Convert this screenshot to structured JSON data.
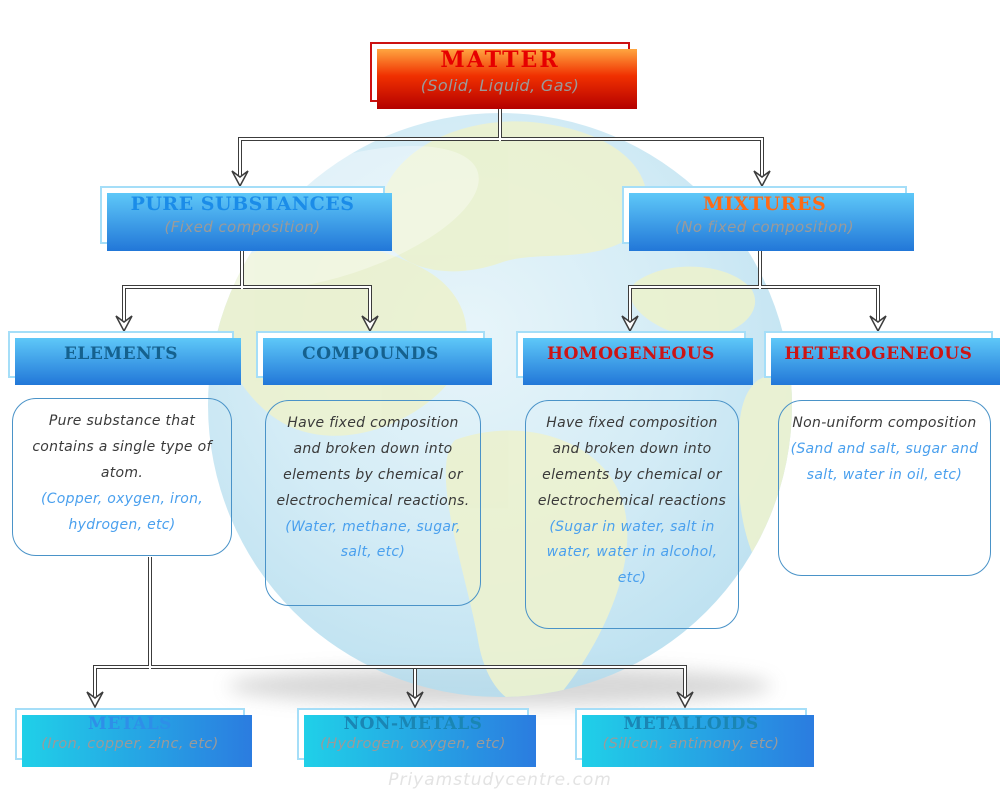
{
  "watermark": "Priyamstudycentre.com",
  "colors": {
    "matter_red": "#e60000",
    "pure_substances_blue": "#1b8ce8",
    "mixtures_orange": "#ff6a14",
    "elements_compounds_teal": "#15618e",
    "homogeneous_heterogeneous_red": "#cc1414",
    "metals_blue": "#2e8fe8",
    "nonmetals_metalloids_teal": "#1a86b4",
    "subtitle_gray": "#9a9a9a",
    "examples_blue": "#4aa0ee",
    "connector_dark": "#3c3c3c",
    "box_border_light_blue": "#a5def8",
    "desc_border_blue": "#4a93c8"
  },
  "nodes": {
    "matter": {
      "title": "MATTER",
      "subtitle": "(Solid, Liquid, Gas)"
    },
    "pure_substances": {
      "title": "PURE SUBSTANCES",
      "subtitle": "(Fixed composition)"
    },
    "mixtures": {
      "title": "MIXTURES",
      "subtitle": "(No fixed composition)"
    },
    "elements": {
      "title": "ELEMENTS",
      "desc": "Pure substance that contains a single type of atom.",
      "examples": "(Copper, oxygen, iron, hydrogen, etc)"
    },
    "compounds": {
      "title": "COMPOUNDS",
      "desc": "Have fixed composition and broken down into elements by chemical or electrochemical reactions.",
      "examples": "(Water, methane, sugar, salt, etc)"
    },
    "homogeneous": {
      "title": "HOMOGENEOUS",
      "desc": "Have fixed composition and broken down into elements by chemical or electrochemical reactions",
      "examples": "(Sugar in water, salt in water, water in alcohol, etc)"
    },
    "heterogeneous": {
      "title": "HETEROGENEOUS",
      "desc": "Non-uniform composition",
      "examples": "(Sand and salt, sugar and salt, water in oil, etc)"
    },
    "metals": {
      "title": "METALS",
      "subtitle": "(Iron, copper, zinc, etc)"
    },
    "non_metals": {
      "title": "NON-METALS",
      "subtitle": "(Hydrogen, oxygen, etc)"
    },
    "metalloids": {
      "title": "METALLOIDS",
      "subtitle": "(Silicon, antimony, etc)"
    }
  }
}
